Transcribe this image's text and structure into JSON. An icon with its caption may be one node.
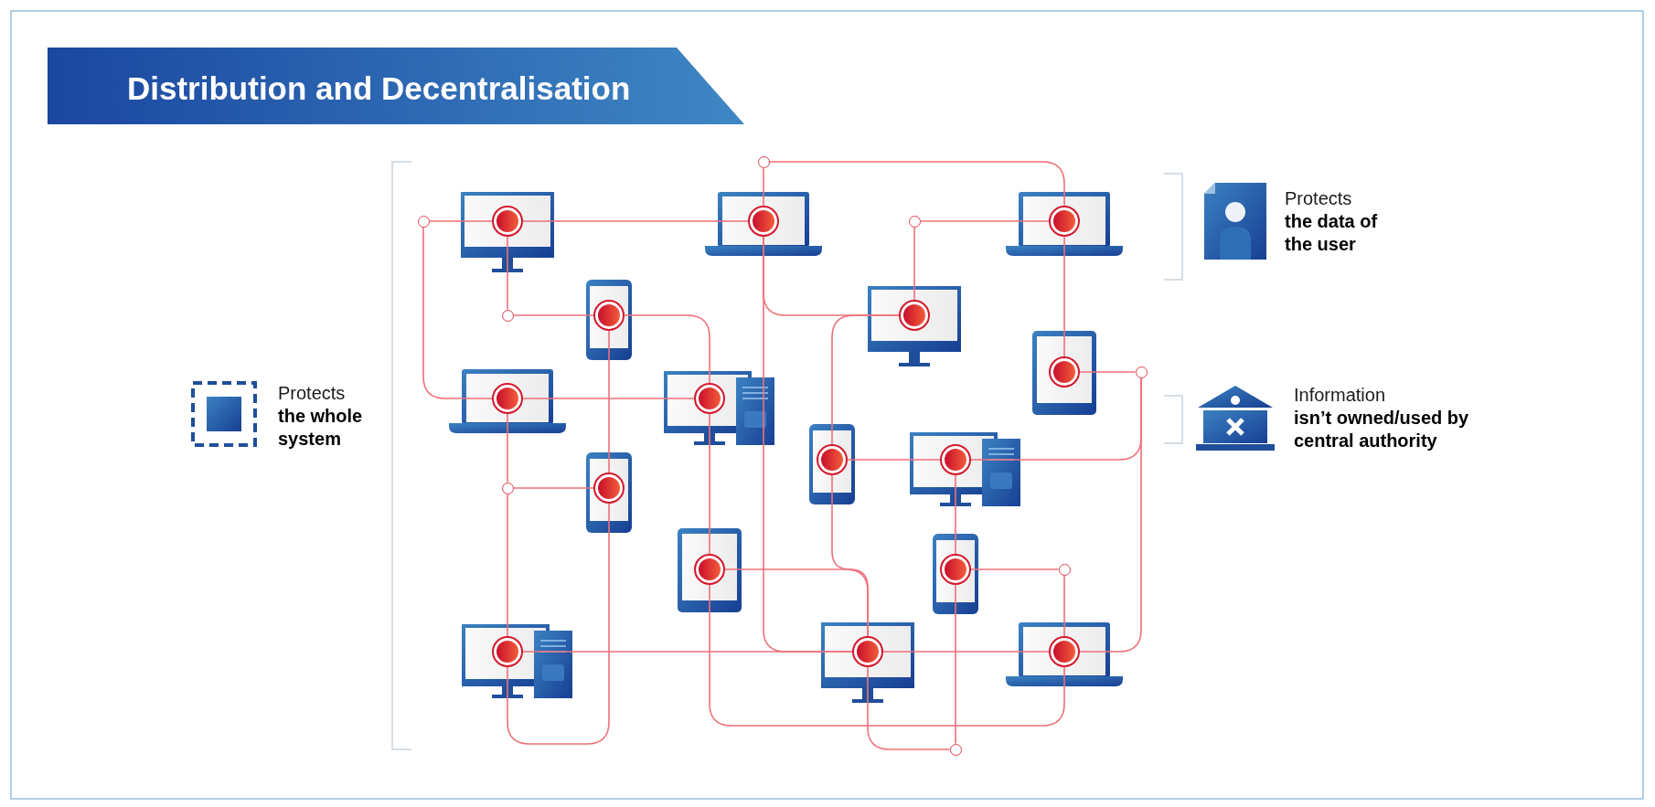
{
  "diagram": {
    "title": "Distribution and Decentralisation",
    "nodes": [
      {
        "text": [],
        "shape": "circle"
      },
      {
        "text": [],
        "shape": "circle"
      },
      {
        "text": [],
        "shape": "monitor"
      },
      {
        "text": [],
        "shape": "laptop"
      },
      {
        "text": [],
        "shape": "circle"
      },
      {
        "text": [],
        "shape": "laptop"
      },
      {
        "text": [],
        "shape": "circle"
      },
      {
        "text": [],
        "shape": "phone"
      },
      {
        "text": [],
        "shape": "monitor"
      },
      {
        "text": [],
        "shape": "tablet"
      },
      {
        "text": [],
        "shape": "circle"
      },
      {
        "text": [],
        "shape": "laptop"
      },
      {
        "text": [],
        "shape": "desktop"
      },
      {
        "text": [],
        "shape": "phone"
      },
      {
        "text": [],
        "shape": "desktop"
      },
      {
        "text": [],
        "shape": "circle"
      },
      {
        "text": [],
        "shape": "phone"
      },
      {
        "text": [],
        "shape": "circle"
      },
      {
        "text": [],
        "shape": "tablet"
      },
      {
        "text": [],
        "shape": "phone"
      },
      {
        "text": [],
        "shape": "desktop"
      },
      {
        "text": [],
        "shape": "monitor"
      },
      {
        "text": [],
        "shape": "laptop"
      },
      {
        "text": [],
        "shape": "circle"
      }
    ],
    "edges": [
      {
        "from": 1,
        "to": 2,
        "arrow": "none"
      },
      {
        "from": 2,
        "to": 3,
        "arrow": "none"
      },
      {
        "from": 3,
        "to": 0,
        "arrow": "none"
      },
      {
        "from": 0,
        "to": 5,
        "arrow": "none"
      },
      {
        "from": 4,
        "to": 5,
        "arrow": "none"
      },
      {
        "from": 4,
        "to": 8,
        "arrow": "none"
      },
      {
        "from": 5,
        "to": 9,
        "arrow": "none"
      },
      {
        "from": 9,
        "to": 10,
        "arrow": "none"
      },
      {
        "from": 2,
        "to": 6,
        "arrow": "none"
      },
      {
        "from": 6,
        "to": 7,
        "arrow": "none"
      },
      {
        "from": 7,
        "to": 12,
        "arrow": "none"
      },
      {
        "from": 1,
        "to": 11,
        "arrow": "none"
      },
      {
        "from": 11,
        "to": 12,
        "arrow": "none"
      },
      {
        "from": 3,
        "to": 8,
        "arrow": "none"
      },
      {
        "from": 3,
        "to": 21,
        "arrow": "none"
      },
      {
        "from": 20,
        "to": 21,
        "arrow": "none"
      },
      {
        "from": 21,
        "to": 22,
        "arrow": "none"
      },
      {
        "from": 22,
        "to": 10,
        "arrow": "none"
      },
      {
        "from": 13,
        "to": 14,
        "arrow": "none"
      },
      {
        "from": 14,
        "to": 10,
        "arrow": "none"
      },
      {
        "from": 8,
        "to": 13,
        "arrow": "none"
      },
      {
        "from": 13,
        "to": 21,
        "arrow": "none"
      },
      {
        "from": 18,
        "to": 21,
        "arrow": "none"
      },
      {
        "from": 12,
        "to": 18,
        "arrow": "none"
      },
      {
        "from": 18,
        "to": 22,
        "arrow": "none"
      },
      {
        "from": 14,
        "to": 19,
        "arrow": "none"
      },
      {
        "from": 19,
        "to": 23,
        "arrow": "none"
      },
      {
        "from": 21,
        "to": 23,
        "arrow": "none"
      },
      {
        "from": 19,
        "to": 17,
        "arrow": "none"
      },
      {
        "from": 17,
        "to": 22,
        "arrow": "none"
      },
      {
        "from": 11,
        "to": 15,
        "arrow": "none"
      },
      {
        "from": 15,
        "to": 20,
        "arrow": "none"
      },
      {
        "from": 15,
        "to": 16,
        "arrow": "none"
      },
      {
        "from": 7,
        "to": 16,
        "arrow": "none"
      },
      {
        "from": 16,
        "to": 20,
        "arrow": "none"
      }
    ],
    "labels": [
      "Protects **the data of the user**",
      "Protects **the whole system**",
      "Information **isn’t owned/used by central authority**"
    ]
  }
}
